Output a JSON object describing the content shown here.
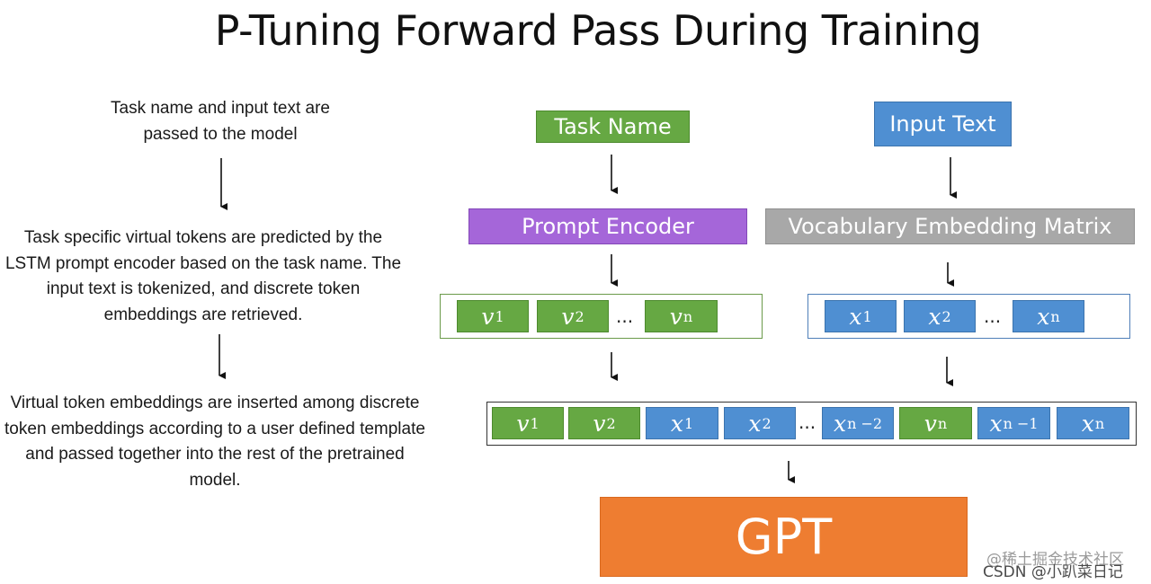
{
  "title": "P-Tuning Forward Pass During Training",
  "steps": [
    "Task name and input text are passed to the model",
    "Task specific virtual tokens are predicted by the LSTM prompt encoder based on the task name. The input text is tokenized, and discrete token embeddings are retrieved.",
    "Virtual token embeddings are inserted among discrete token embeddings according to a user defined template and passed together into the rest of the pretrained model."
  ],
  "boxes": {
    "task_name": "Task Name",
    "input_text": "Input Text",
    "prompt_encoder": "Prompt Encoder",
    "vocab_matrix": "Vocabulary Embedding Matrix",
    "gpt": "GPT"
  },
  "tokens": {
    "virtual": [
      {
        "base": "v",
        "sub": "1"
      },
      {
        "base": "v",
        "sub": "2"
      },
      {
        "base": "v",
        "sub": "n"
      }
    ],
    "discrete": [
      {
        "base": "x",
        "sub": "1"
      },
      {
        "base": "x",
        "sub": "2"
      },
      {
        "base": "x",
        "sub": "n"
      }
    ],
    "combined": [
      {
        "base": "v",
        "sub": "1",
        "kind": "virtual"
      },
      {
        "base": "v",
        "sub": "2",
        "kind": "virtual"
      },
      {
        "base": "x",
        "sub": "1",
        "kind": "discrete"
      },
      {
        "base": "x",
        "sub": "2",
        "kind": "discrete"
      },
      {
        "base": "x",
        "sub": "n −2",
        "kind": "discrete"
      },
      {
        "base": "v",
        "sub": "n",
        "kind": "virtual"
      },
      {
        "base": "x",
        "sub": "n −1",
        "kind": "discrete"
      },
      {
        "base": "x",
        "sub": "n",
        "kind": "discrete"
      }
    ],
    "ellipsis": "..."
  },
  "watermark": {
    "line1": "@稀土掘金技术社区",
    "line2": "CSDN @小趴菜日记"
  },
  "colors": {
    "task_name": "#66a843",
    "input_text": "#4f8fd2",
    "prompt_encoder": "#a566d9",
    "vocab_matrix": "#a8a8a8",
    "gpt": "#ee7d31",
    "virtual_token": "#66a843",
    "discrete_token": "#4f8fd2"
  }
}
